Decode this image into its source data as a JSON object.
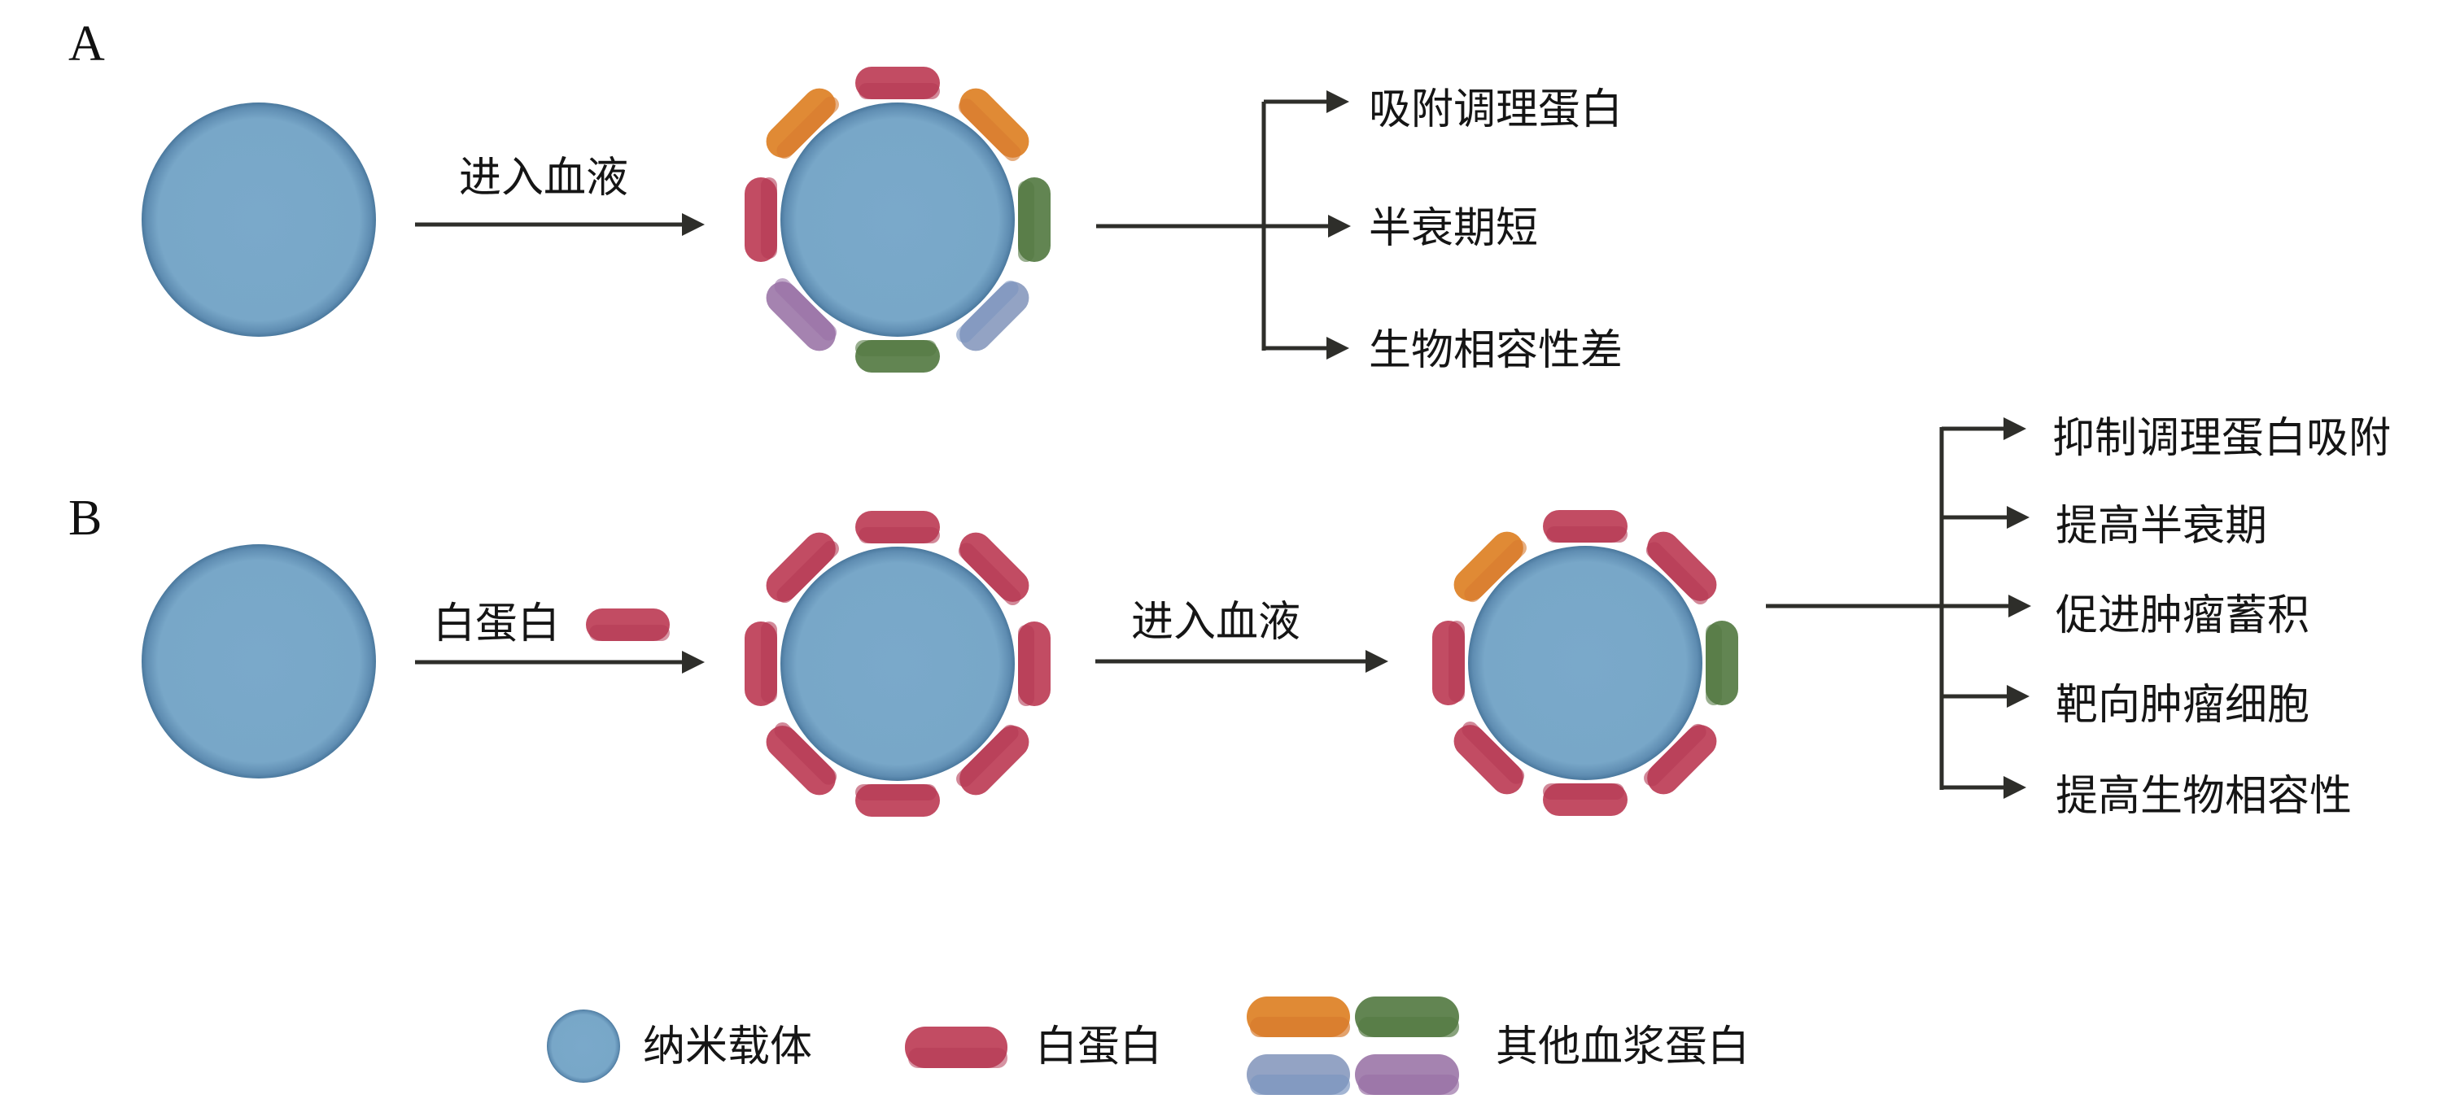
{
  "panels": {
    "A": {
      "label": "A",
      "step1": {
        "arrow_label": "进入血液"
      },
      "outcomes": [
        "吸附调理蛋白",
        "半衰期短",
        "生物相容性差"
      ],
      "corona_pills": [
        "albumin",
        "other_orange",
        "other_green",
        "other_blue",
        "other_green",
        "other_purple",
        "albumin",
        "other_orange"
      ]
    },
    "B": {
      "label": "B",
      "step1": {
        "arrow_label": "白蛋白"
      },
      "step2": {
        "arrow_label": "进入血液"
      },
      "corona_pills_after_albumin": [
        "albumin",
        "albumin",
        "albumin",
        "albumin",
        "albumin",
        "albumin",
        "albumin",
        "albumin"
      ],
      "corona_pills_in_blood": [
        "albumin",
        "albumin",
        "other_green",
        "albumin",
        "albumin",
        "albumin",
        "albumin",
        "other_orange"
      ],
      "outcomes": [
        "抑制调理蛋白吸附",
        "提高半衰期",
        "促进肿瘤蓄积",
        "靶向肿瘤细胞",
        "提高生物相容性"
      ]
    }
  },
  "legend": {
    "nanocarrier": "纳米载体",
    "albumin": "白蛋白",
    "other_plasma_proteins": "其他血浆蛋白"
  },
  "colors": {
    "nanocarrier": "#79a8c9",
    "nanocarrier_edge": "#4f7ea3",
    "albumin": "#c24c63",
    "albumin_shade": "#b43a55",
    "other_orange": "#e08a35",
    "other_orange_shade": "#d77a2e",
    "other_green": "#628552",
    "other_green_shade": "#557a44",
    "other_blue": "#93a3c4",
    "other_blue_shade": "#7c95c0",
    "other_purple": "#a583b0",
    "other_purple_shade": "#9a72a6",
    "arrow": "#2e2e2a"
  }
}
